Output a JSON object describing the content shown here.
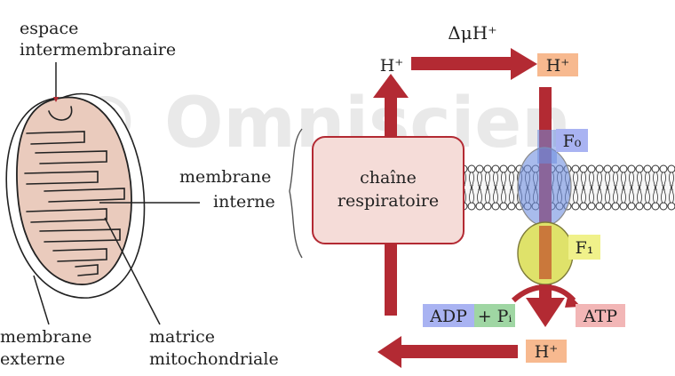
{
  "watermark": "© Omniscien",
  "mitochondrion": {
    "label_intermembrane_line1": "espace",
    "label_intermembrane_line2": "intermembranaire",
    "label_inner_line1": "membrane",
    "label_inner_line2": "interne",
    "label_outer_line1": "membrane",
    "label_outer_line2": "externe",
    "label_matrix_line1": "matrice",
    "label_matrix_line2": "mitochondriale"
  },
  "synthase": {
    "delta_label": "ΔμH⁺",
    "proton_left": "H⁺",
    "proton_right": "H⁺",
    "proton_bottom": "H⁺",
    "chain_line1": "chaîne",
    "chain_line2": "respiratoire",
    "f0_label": "F₀",
    "f1_label": "F₁",
    "adp": "ADP",
    "plus_pi": "+ Pᵢ",
    "atp": "ATP"
  },
  "colors": {
    "arrow_red": "#b32a33",
    "box_fill": "#f5dcd8",
    "box_stroke": "#b32a33",
    "mito_fill": "#eacbbd",
    "f0_blue": "#6e8ee0",
    "f1_yellow": "#dfe26a",
    "h_badge": "#f7b98f",
    "adp_badge": "#a9b3f2",
    "pi_badge": "#9fd6a3",
    "atp_badge": "#f2b6b6"
  }
}
